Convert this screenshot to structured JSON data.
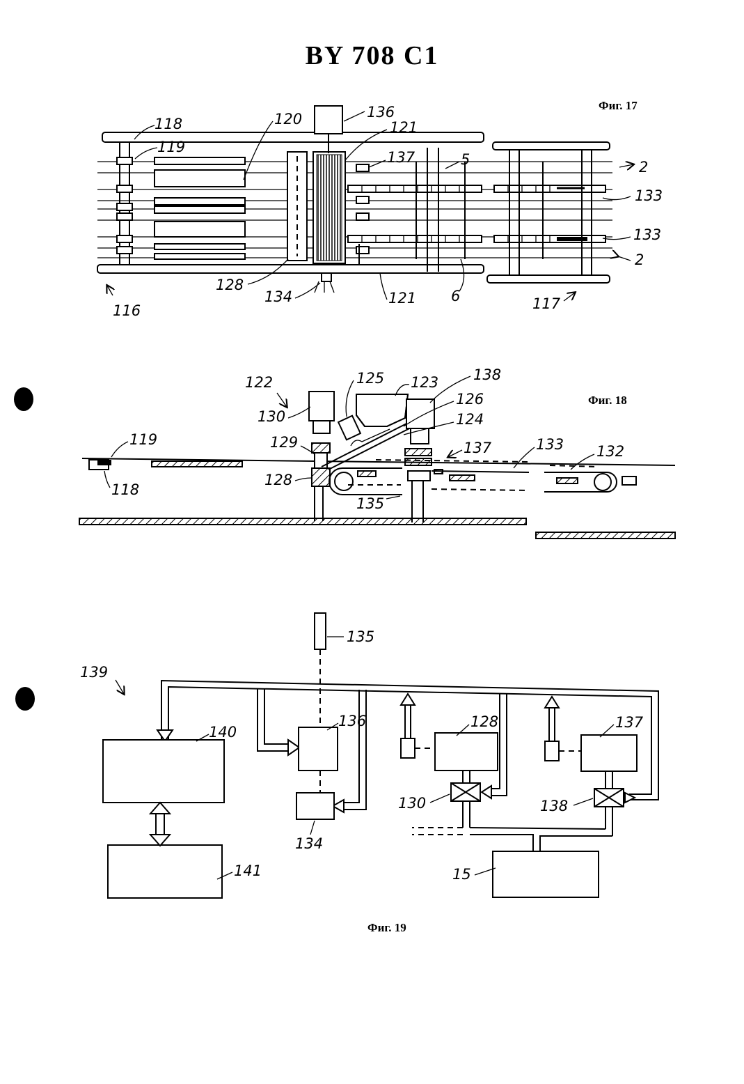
{
  "document": {
    "title": "BY 708 C1"
  },
  "figures": {
    "fig17": {
      "caption": "Фиг. 17",
      "labels": [
        "118",
        "119",
        "120",
        "136",
        "121",
        "137",
        "5",
        "2",
        "133",
        "133",
        "2",
        "128",
        "134",
        "121",
        "6",
        "117",
        "116"
      ]
    },
    "fig18": {
      "caption": "Фиг. 18",
      "labels": [
        "122",
        "125",
        "123",
        "138",
        "130",
        "126",
        "124",
        "119",
        "129",
        "137",
        "133",
        "132",
        "118",
        "128",
        "135"
      ]
    },
    "fig19": {
      "caption": "Фиг. 19",
      "labels": [
        "135",
        "139",
        "140",
        "136",
        "128",
        "137",
        "130",
        "138",
        "134",
        "15",
        "141"
      ]
    }
  }
}
